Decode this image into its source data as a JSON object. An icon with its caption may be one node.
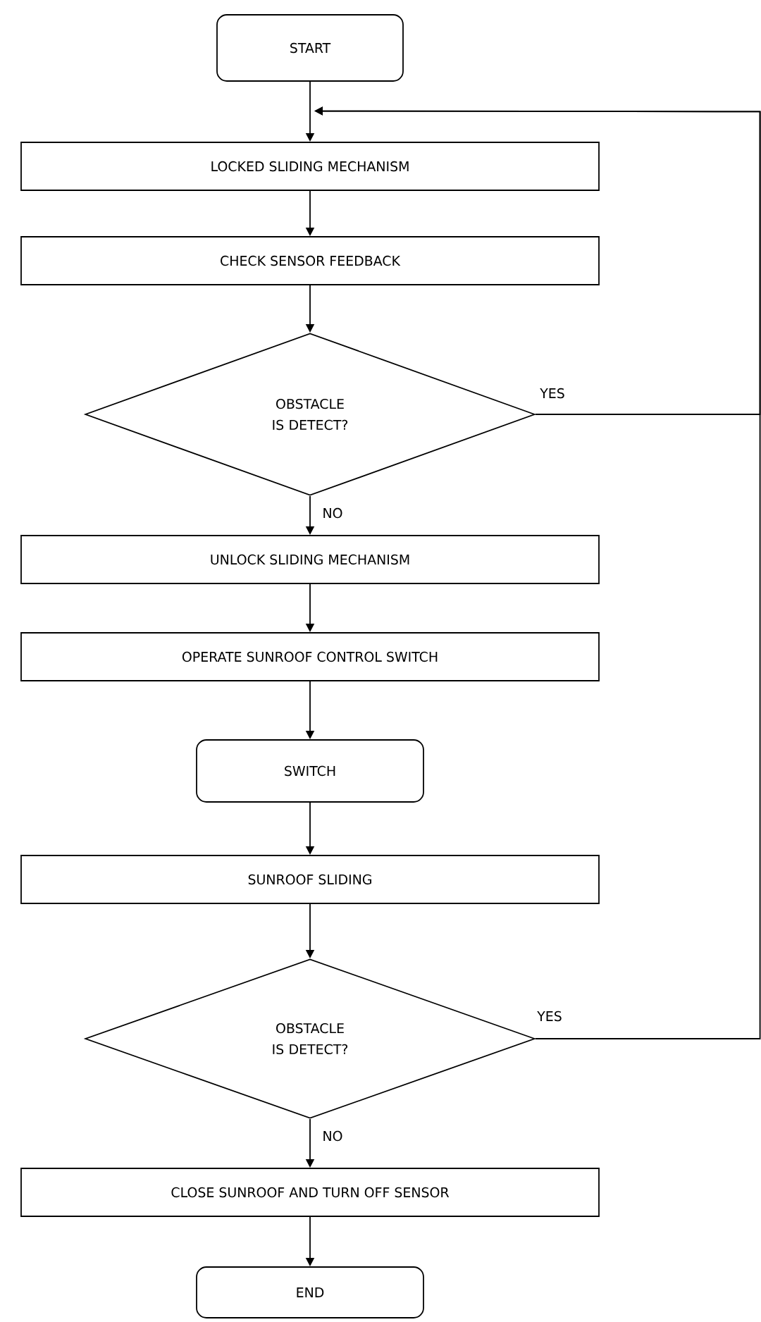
{
  "diagram": {
    "nodes": [
      {
        "text": [
          "START"
        ]
      },
      {
        "text": [
          "LOCKED SLIDING MECHANISM"
        ]
      },
      {
        "text": [
          "CHECK SENSOR FEEDBACK"
        ]
      },
      {
        "text": [
          "OBSTACLE IS DETECT?"
        ]
      },
      {
        "text": [
          "UNLOCK SLIDING MECHANISM"
        ]
      },
      {
        "text": [
          "OPERATE SUNROOF CONTROL SWITCH"
        ]
      },
      {
        "text": [
          "SWITCH"
        ]
      },
      {
        "text": [
          "SUNROOF SLIDING"
        ]
      },
      {
        "text": [
          "OBSTACLE IS DETECT?"
        ]
      },
      {
        "text": [
          "CLOSE SUNROOF AND TURN OFF SENSOR"
        ]
      },
      {
        "text": [
          "END"
        ]
      }
    ],
    "edges": [
      {
        "from": 0,
        "to": 1,
        "arrow": "to"
      },
      {
        "from": 1,
        "to": 2,
        "arrow": "to"
      },
      {
        "from": 2,
        "to": 3,
        "arrow": "to"
      },
      {
        "from": 3,
        "to": 1,
        "arrow": "to",
        "label": "YES"
      },
      {
        "from": 3,
        "to": 4,
        "arrow": "to",
        "label": "NO"
      },
      {
        "from": 4,
        "to": 5,
        "arrow": "to"
      },
      {
        "from": 5,
        "to": 6,
        "arrow": "to"
      },
      {
        "from": 6,
        "to": 7,
        "arrow": "to"
      },
      {
        "from": 7,
        "to": 8,
        "arrow": "to"
      },
      {
        "from": 8,
        "to": 1,
        "arrow": "to",
        "label": "YES"
      },
      {
        "from": 8,
        "to": 9,
        "arrow": "to",
        "label": "NO"
      },
      {
        "from": 9,
        "to": 10,
        "arrow": "to"
      }
    ]
  }
}
